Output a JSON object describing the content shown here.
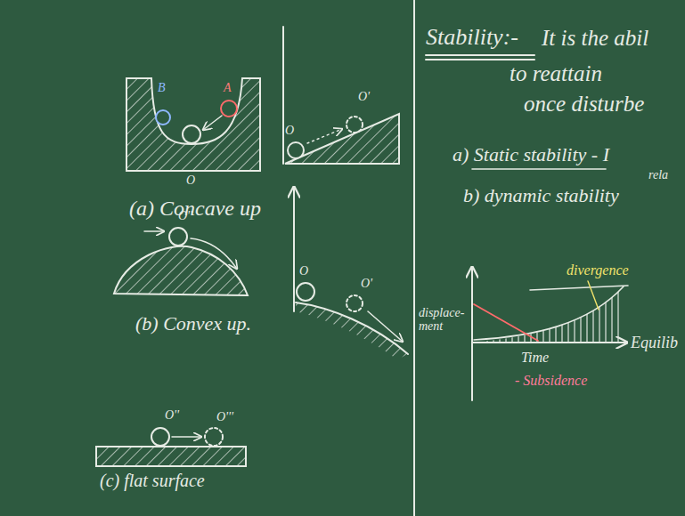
{
  "diagram": {
    "labels": [
      "B",
      "A",
      "O",
      "(a) Concave up",
      "O",
      "O'",
      "O''",
      "(b) Convex up.",
      "O",
      "O'",
      "O''",
      "O'''",
      "(c) flat surface",
      "Stability:-",
      "It is the abil",
      "to reattain",
      "once disturbe",
      "a) Static stability - I",
      "rela",
      "b) dynamic stability",
      "displace- ment",
      "divergence",
      "Equilib",
      "Time",
      "- Subsidence"
    ]
  }
}
